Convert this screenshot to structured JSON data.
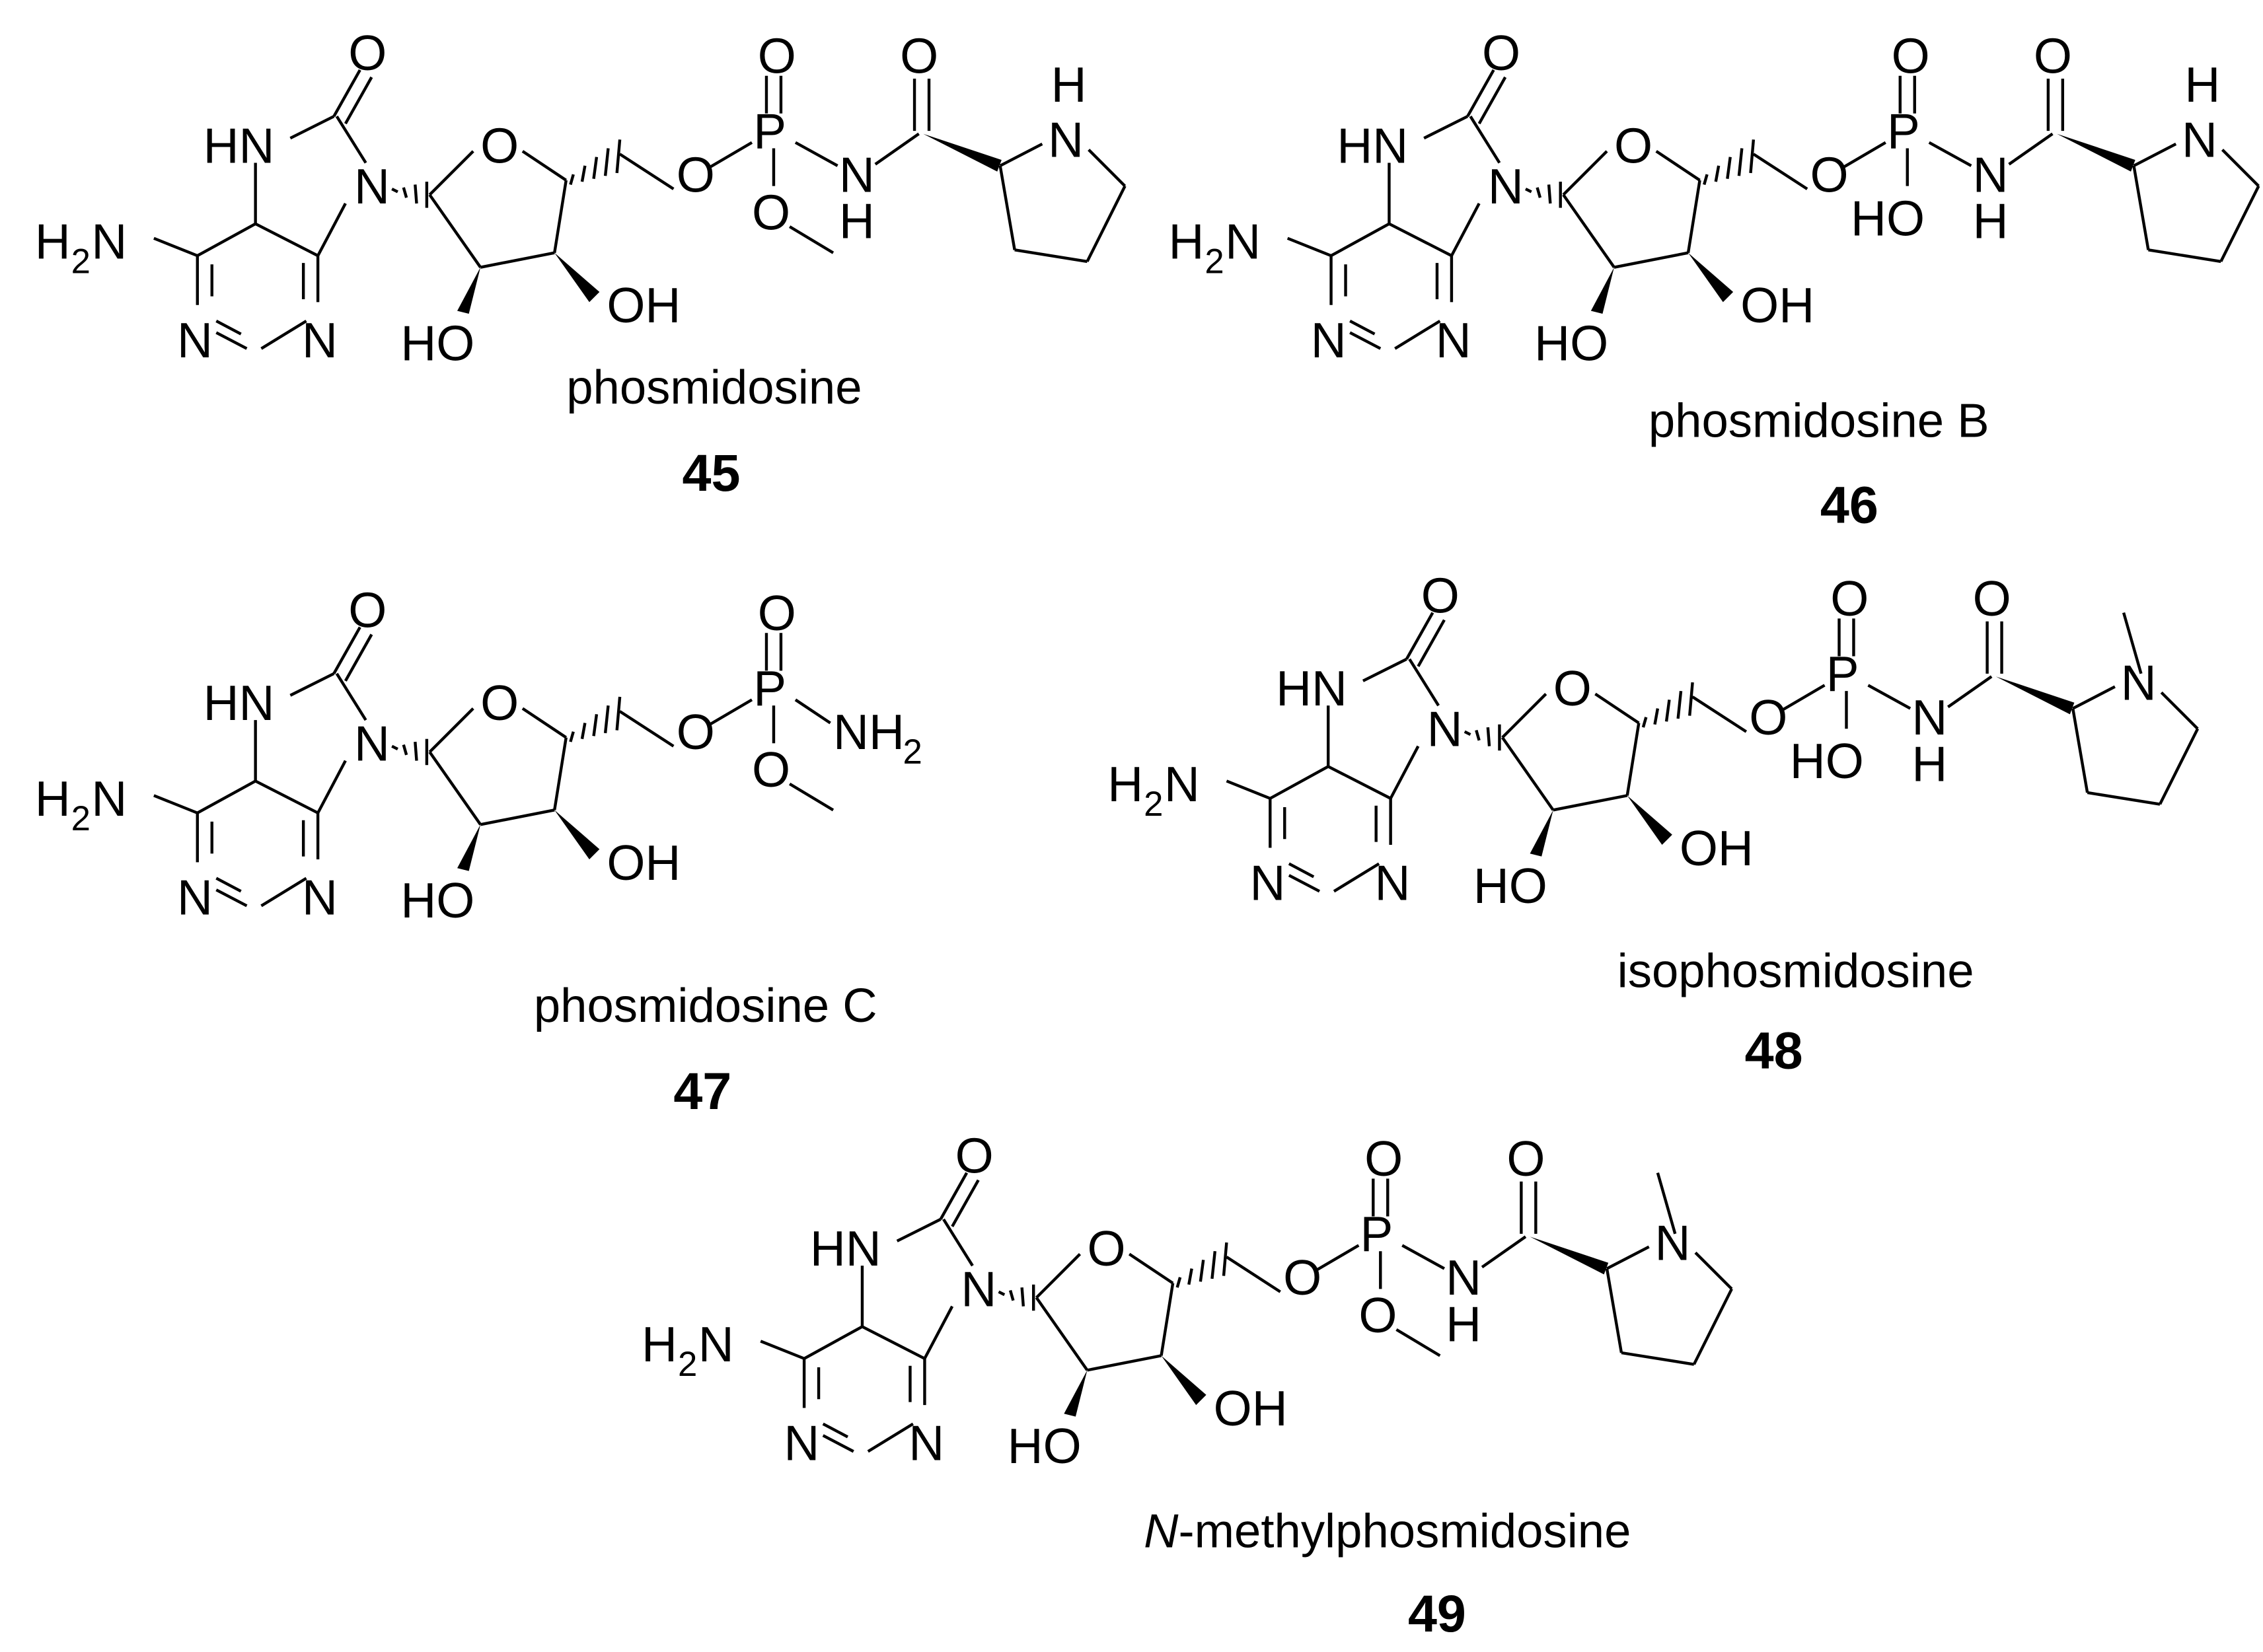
{
  "figure": {
    "colors": {
      "ink": "#000000",
      "background": "#ffffff"
    },
    "atom_labels": {
      "O": "O",
      "N": "N",
      "H": "H",
      "P": "P",
      "HN": "HN",
      "H2N_main": "H",
      "H2N_sub": "2",
      "H2N_tail": "N",
      "NH2_main": "NH",
      "NH2_sub": "2",
      "OH": "OH",
      "HO": "HO"
    },
    "compounds": [
      {
        "id": "c45",
        "name": "phosmidosine",
        "name_prefix": "",
        "number": "45",
        "phosphorus_substituent": "OMe",
        "amide": "NH",
        "proline_N": "NH"
      },
      {
        "id": "c46",
        "name": "phosmidosine B",
        "name_prefix": "",
        "number": "46",
        "phosphorus_substituent": "OH",
        "amide": "NH",
        "proline_N": "NH"
      },
      {
        "id": "c47",
        "name": "phosmidosine C",
        "name_prefix": "",
        "number": "47",
        "phosphorus_substituent": "OMe",
        "amide": "NH2",
        "proline_N": ""
      },
      {
        "id": "c48",
        "name": "isophosmidosine",
        "name_prefix": "",
        "number": "48",
        "phosphorus_substituent": "OH",
        "amide": "NH",
        "proline_N": "NMe"
      },
      {
        "id": "c49",
        "name": "-methylphosmidosine",
        "name_prefix": "N",
        "number": "49",
        "phosphorus_substituent": "OMe",
        "amide": "NH",
        "proline_N": "NMe"
      }
    ]
  }
}
